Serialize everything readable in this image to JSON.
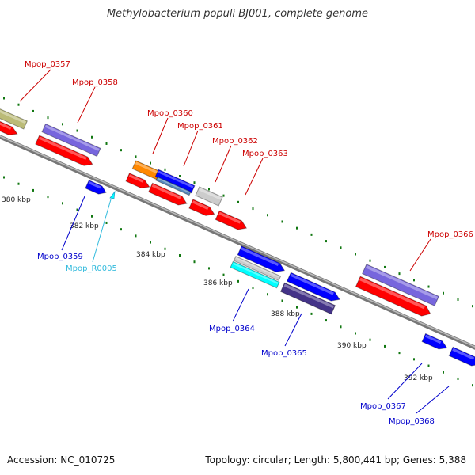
{
  "title": "Methylobacterium populi BJ001, complete genome",
  "footer": {
    "accession": "Accession: NC_010725",
    "topology": "Topology: circular; Length: 5,800,441 bp; Genes: 5,388"
  },
  "colors": {
    "forward_label": "#cc0000",
    "reverse_label": "#0000cc",
    "rna_label": "#33bbdd",
    "backbone": "#888888",
    "tick": "#117711",
    "gene_red": "#ff0000",
    "gene_blue": "#0000ff",
    "gene_purple": "#7766dd",
    "gene_olive": "#bbbb77",
    "gene_orange": "#ff8800",
    "gene_steel": "#5588bb",
    "gene_gray": "#cccccc",
    "gene_navy": "#443388",
    "gene_cyan": "#00ffff"
  },
  "scale_labels": [
    "380 kbp",
    "382 kbp",
    "384 kbp",
    "386 kbp",
    "388 kbp",
    "390 kbp",
    "392 kbp"
  ],
  "gene_labels": {
    "forward": [
      "Mpop_0357",
      "Mpop_0358",
      "Mpop_0360",
      "Mpop_0361",
      "Mpop_0362",
      "Mpop_0363",
      "Mpop_0366"
    ],
    "reverse": [
      "Mpop_0359",
      "Mpop_0364",
      "Mpop_0365",
      "Mpop_0367",
      "Mpop_0368"
    ],
    "rna": [
      "Mpop_R0005"
    ]
  }
}
